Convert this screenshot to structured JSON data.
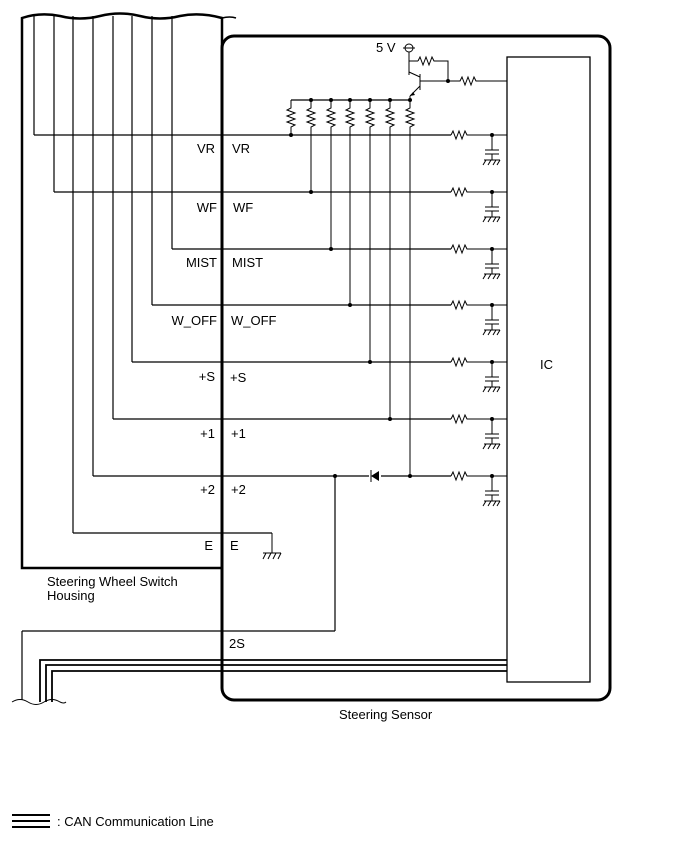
{
  "labels": {
    "supply_voltage": "5 V",
    "ic": "IC",
    "housing_line1": "Steering Wheel Switch",
    "housing_line2": "Housing",
    "sensor": "Steering Sensor",
    "two_s": "2S",
    "legend": ": CAN Communication Line"
  },
  "terminals": [
    {
      "left": "VR",
      "right": "VR"
    },
    {
      "left": "WF",
      "right": "WF"
    },
    {
      "left": "MIST",
      "right": "MIST"
    },
    {
      "left": "W_OFF",
      "right": "W_OFF"
    },
    {
      "left": "+S",
      "right": "+S"
    },
    {
      "left": "+1",
      "right": "+1"
    },
    {
      "left": "+2",
      "right": "+2"
    },
    {
      "left": "E",
      "right": "E"
    }
  ]
}
